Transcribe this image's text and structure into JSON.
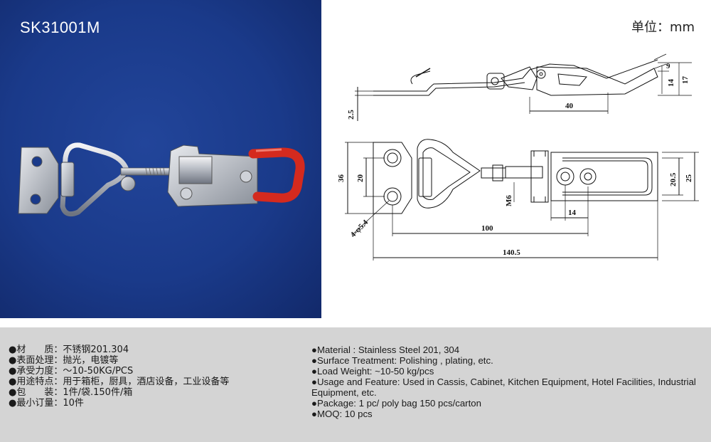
{
  "product": {
    "model": "SK31001M"
  },
  "drawing": {
    "unit_label": "单位：mm",
    "dimensions": {
      "side_thickness": "2.5",
      "side_length": "40",
      "side_height": "17",
      "side_height_inner": "14",
      "side_angle": "9",
      "plate_height": "36",
      "hole_spacing": "20",
      "hook_width": "20.5",
      "total_width": "25",
      "thread": "M6",
      "hole_dia": "4-φ5.4",
      "pivot_offset": "14",
      "mid_length": "100",
      "total_length": "140.5"
    }
  },
  "specs_cn": [
    {
      "bullet": "●",
      "text": "材　　质：不锈钢201.304"
    },
    {
      "bullet": "●",
      "text": "表面处理：抛光，电镀等"
    },
    {
      "bullet": "●",
      "text": "承受力度：～10-50KG/PCS"
    },
    {
      "bullet": "●",
      "text": "用途特点：用于箱柜，厨具，酒店设备，工业设备等"
    },
    {
      "bullet": "●",
      "text": "包　　装：1件/袋.150件/箱"
    },
    {
      "bullet": "●",
      "text": "最小订量：10件"
    }
  ],
  "specs_en": [
    {
      "bullet": "●",
      "text": "Material : Stainless Steel 201, 304"
    },
    {
      "bullet": "●",
      "text": "Surface Treatment: Polishing , plating, etc."
    },
    {
      "bullet": "●",
      "text": "Load Weight: ~10-50 kg/pcs"
    },
    {
      "bullet": "●",
      "text": "Usage and Feature: Used in Cassis, Cabinet, Kitchen Equipment, Hotel Facilities, Industrial Equipment, etc."
    },
    {
      "bullet": "●",
      "text": "Package: 1 pc/ poly bag  150 pcs/carton"
    },
    {
      "bullet": "●",
      "text": "MOQ: 10 pcs"
    }
  ],
  "colors": {
    "photo_bg": "#1a3a8a",
    "spec_bg": "#d4d4d4",
    "handle_grip": "#d42a1e"
  }
}
